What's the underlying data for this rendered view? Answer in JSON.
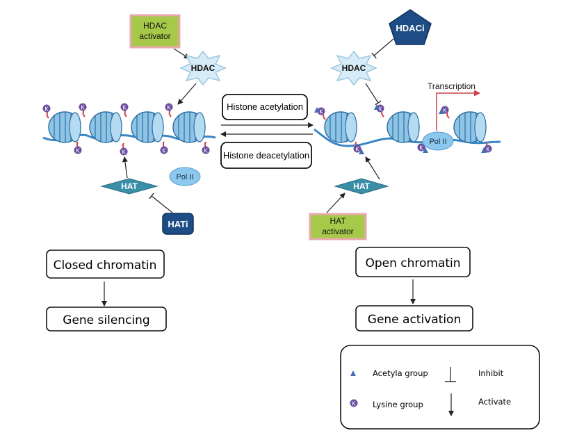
{
  "left": {
    "hdac_activator": {
      "line1": "HDAC",
      "line2": "activator"
    },
    "hdac": "HDAC",
    "hat": "HAT",
    "hati": "HATi",
    "pol2": "Pol II",
    "state": "Closed chromatin",
    "outcome": "Gene silencing"
  },
  "right": {
    "hdaci": "HDACi",
    "hdac": "HDAC",
    "hat": "HAT",
    "hat_activator": {
      "line1": "HAT",
      "line2": "activator"
    },
    "pol2": "Pol II",
    "transcription": "Transcription",
    "state": "Open chromatin",
    "outcome": "Gene activation"
  },
  "center": {
    "acetylation": "Histone acetylation",
    "deacetylation": "Histone deacetylation"
  },
  "lysine_mark": "K",
  "legend": {
    "acetyl": "Acetyla group",
    "lysine": "Lysine group",
    "inhibit": "Inhibit",
    "activate": "Activate"
  },
  "colors": {
    "nucleosome": "#8ec4e6",
    "nucleosome_stroke": "#2f6fa0",
    "dna": "#3a86c8",
    "hdac_star": "#d7ecf7",
    "activator_green": "#a6c94a",
    "activator_border": "#e8a8ad",
    "hat_diamond": "#3a8fa6",
    "inhibitor_dark": "#1e4d86",
    "pol2": "#8cc8ee",
    "lysine_purple": "#6b4f9e",
    "acetyl_blue": "#3f6fb5",
    "tail_red": "#d0404a",
    "transcription_red": "#d0404a"
  }
}
